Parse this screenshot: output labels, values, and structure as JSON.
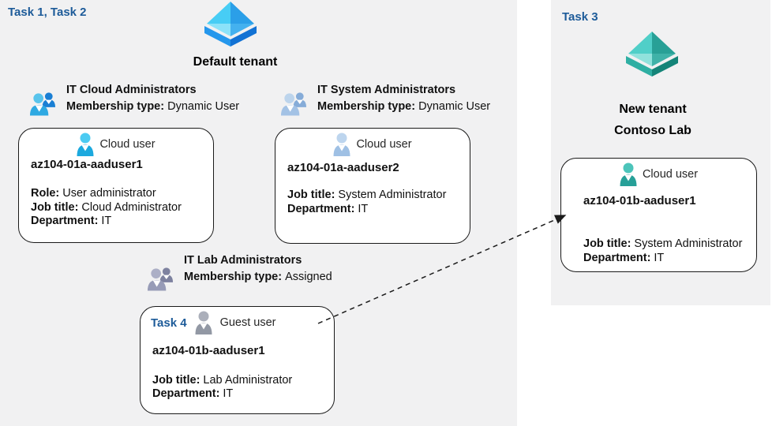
{
  "labels": {
    "task_left": "Task 1, Task 2",
    "task_right": "Task 3"
  },
  "default_tenant": {
    "title": "Default tenant",
    "groups": [
      {
        "name": "IT Cloud Administrators",
        "membership_label": "Membership type:",
        "membership_value": "Dynamic User"
      },
      {
        "name": "IT System Administrators",
        "membership_label": "Membership type:",
        "membership_value": "Dynamic User"
      },
      {
        "name": "IT Lab Administrators",
        "membership_label": "Membership type:",
        "membership_value": "Assigned"
      }
    ]
  },
  "new_tenant": {
    "title_line1": "New tenant",
    "title_line2": "Contoso Lab"
  },
  "cards": [
    {
      "user_type": "Cloud user",
      "name": "az104-01a-aaduser1",
      "fields": [
        {
          "label": "Role:",
          "value": "User administrator"
        },
        {
          "label": "Job title:",
          "value": "Cloud Administrator"
        },
        {
          "label": "Department:",
          "value": "IT"
        }
      ]
    },
    {
      "user_type": "Cloud user",
      "name": "az104-01a-aaduser2",
      "fields": [
        {
          "label": "Job title:",
          "value": "System Administrator"
        },
        {
          "label": "Department:",
          "value": "IT"
        }
      ]
    },
    {
      "task_label": "Task 4",
      "user_type": "Guest user",
      "name": "az104-01b-aaduser1",
      "fields": [
        {
          "label": "Job title:",
          "value": "Lab Administrator"
        },
        {
          "label": "Department:",
          "value": "IT"
        }
      ]
    },
    {
      "user_type": "Cloud user",
      "name": "az104-01b-aaduser1",
      "fields": [
        {
          "label": "Job title:",
          "value": "System Administrator"
        },
        {
          "label": "Department:",
          "value": "IT"
        }
      ]
    }
  ],
  "icons": {
    "default_tenant_icon": "azure-ad-diamond-blue",
    "new_tenant_icon": "azure-ad-diamond-teal",
    "group_icon": "two-users",
    "cloud_user_icon": "single-user",
    "guest_user_icon": "single-user-gray",
    "assignment_arrow": "dashed-arrow"
  },
  "colors": {
    "task_label_blue": "#1d5b99",
    "panel_bg": "#f1f1f2",
    "azure_cyan": "#47cdf5",
    "azure_blue": "#2b9fe8",
    "teal": "#28a096",
    "pale_blue": "#a3c2e5",
    "guest_gray": "#9298a4",
    "card_border": "#1a1a1a"
  }
}
